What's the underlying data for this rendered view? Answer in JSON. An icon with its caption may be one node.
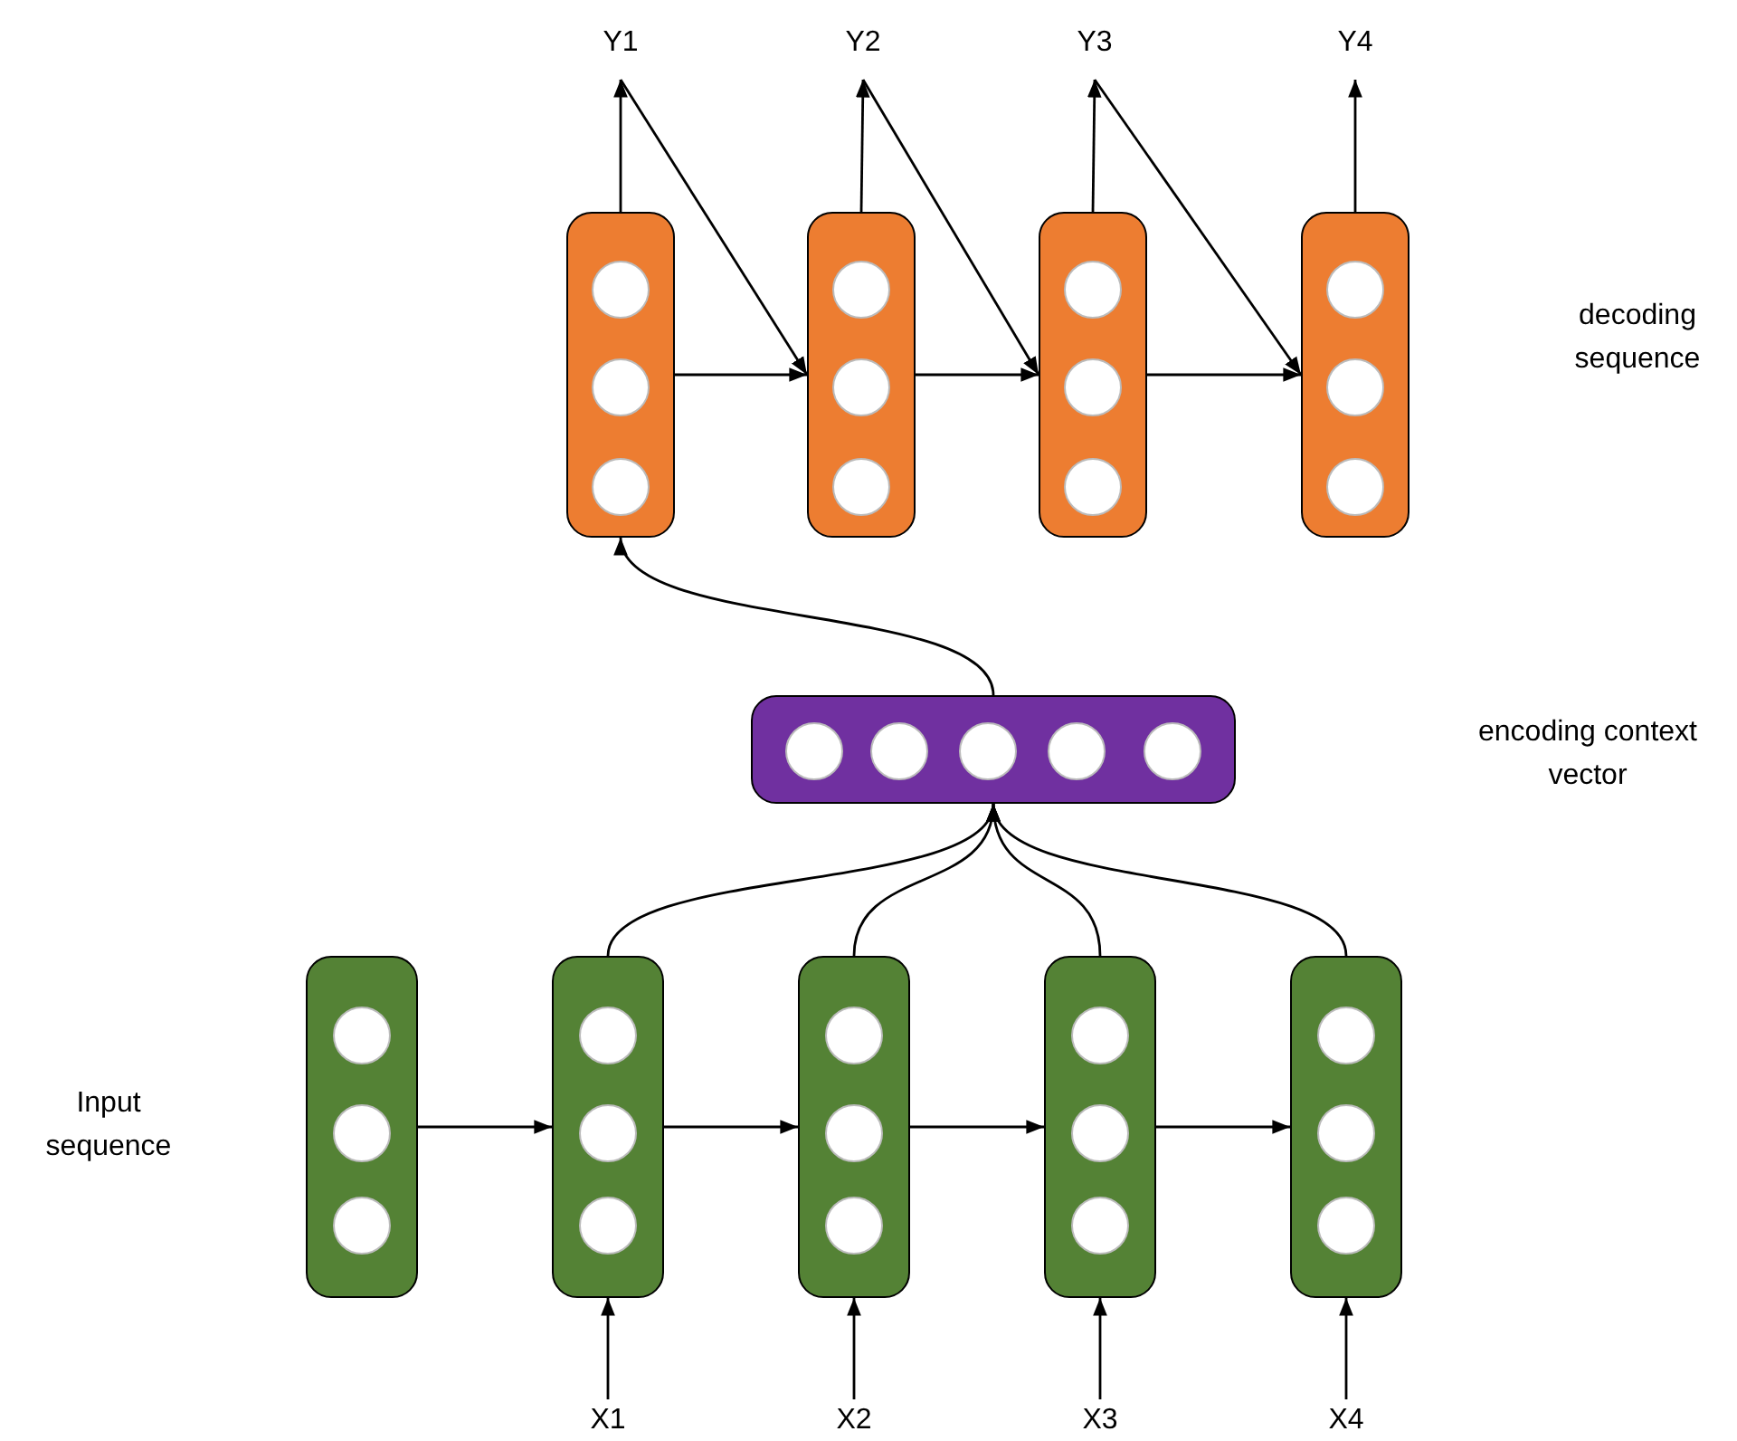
{
  "diagram": {
    "nodes": [
      {
        "text": [
          "Y1"
        ]
      },
      {
        "text": [
          "Y2"
        ]
      },
      {
        "text": [
          "Y3"
        ]
      },
      {
        "text": [
          "Y4"
        ]
      },
      {
        "text": [],
        "shape": "bar"
      },
      {
        "text": [],
        "shape": "bar"
      },
      {
        "text": [],
        "shape": "bar"
      },
      {
        "text": [],
        "shape": "bar"
      },
      {
        "text": [],
        "shape": "bar"
      },
      {
        "text": [],
        "shape": "bar"
      },
      {
        "text": [],
        "shape": "bar"
      },
      {
        "text": [],
        "shape": "bar"
      },
      {
        "text": [],
        "shape": "bar"
      },
      {
        "text": [],
        "shape": "bar"
      },
      {
        "text": [
          "X1"
        ]
      },
      {
        "text": [
          "X2"
        ]
      },
      {
        "text": [
          "X3"
        ]
      },
      {
        "text": [
          "X4"
        ]
      }
    ],
    "edges": [
      {
        "from": 4,
        "to": 0,
        "arrow": "to"
      },
      {
        "from": 0,
        "to": 5,
        "arrow": "to"
      },
      {
        "from": 4,
        "to": 5,
        "arrow": "to"
      },
      {
        "from": 5,
        "to": 1,
        "arrow": "to"
      },
      {
        "from": 1,
        "to": 6,
        "arrow": "to"
      },
      {
        "from": 5,
        "to": 6,
        "arrow": "to"
      },
      {
        "from": 6,
        "to": 2,
        "arrow": "to"
      },
      {
        "from": 2,
        "to": 7,
        "arrow": "to"
      },
      {
        "from": 6,
        "to": 7,
        "arrow": "to"
      },
      {
        "from": 7,
        "to": 3,
        "arrow": "to"
      },
      {
        "from": 8,
        "to": 4,
        "arrow": "to"
      },
      {
        "from": 10,
        "to": 8,
        "arrow": "to"
      },
      {
        "from": 11,
        "to": 8,
        "arrow": "to"
      },
      {
        "from": 12,
        "to": 8,
        "arrow": "to"
      },
      {
        "from": 13,
        "to": 8,
        "arrow": "to"
      },
      {
        "from": 9,
        "to": 10,
        "arrow": "to"
      },
      {
        "from": 10,
        "to": 11,
        "arrow": "to"
      },
      {
        "from": 11,
        "to": 12,
        "arrow": "to"
      },
      {
        "from": 12,
        "to": 13,
        "arrow": "to"
      },
      {
        "from": 14,
        "to": 10,
        "arrow": "to"
      },
      {
        "from": 15,
        "to": 11,
        "arrow": "to"
      },
      {
        "from": 16,
        "to": 12,
        "arrow": "to"
      },
      {
        "from": 17,
        "to": 13,
        "arrow": "to"
      }
    ],
    "labels": [
      "decoding sequence",
      "encoding context vector",
      "Input sequence"
    ]
  }
}
